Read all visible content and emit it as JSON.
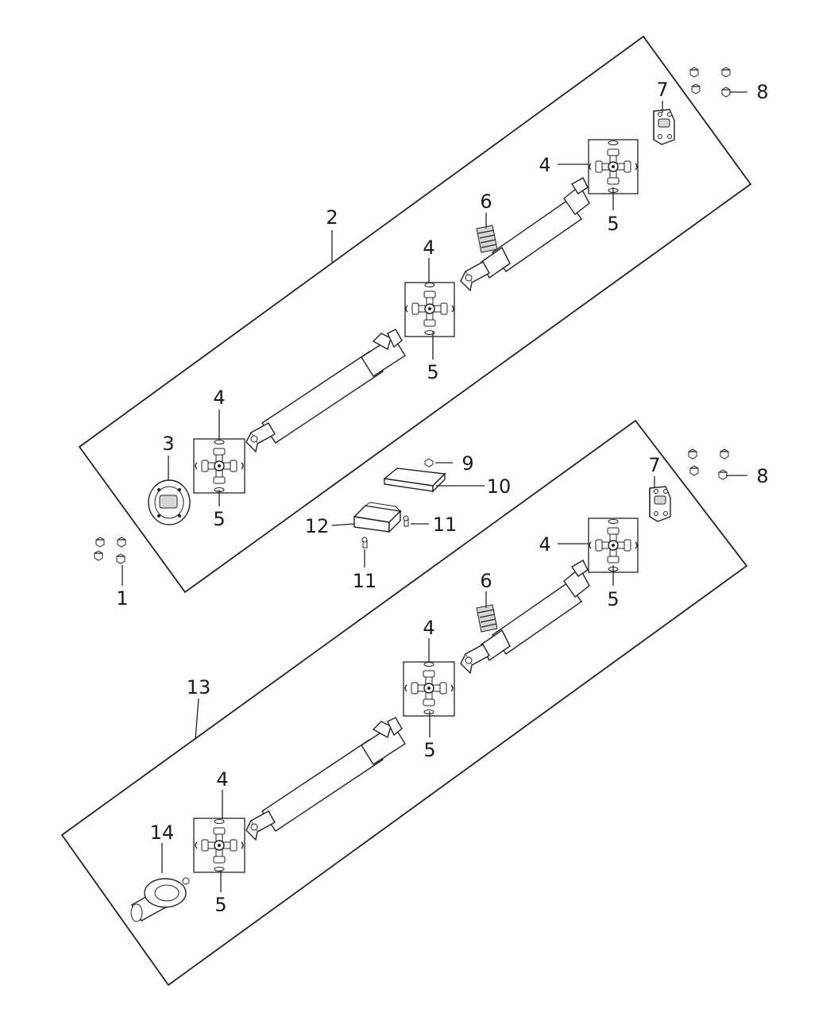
{
  "callouts": {
    "upper": {
      "assembly": "2",
      "damper": "3",
      "ujoint_a": "4",
      "ujoint_b": "4",
      "ujoint_c": "4",
      "snap_a": "5",
      "snap_b": "5",
      "snap_c": "5",
      "boot": "6",
      "flange": "7",
      "bolts": "8"
    },
    "center": {
      "bolts_left": "1",
      "nut": "9",
      "shield": "10",
      "bracket": "12",
      "screw_right": "11",
      "screw_bottom": "11"
    },
    "lower": {
      "assembly": "13",
      "slip_yoke": "14",
      "ujoint_a": "4",
      "ujoint_b": "4",
      "ujoint_c": "4",
      "snap_a": "5",
      "snap_b": "5",
      "snap_c": "5",
      "boot": "6",
      "flange": "7",
      "bolts": "8"
    }
  }
}
